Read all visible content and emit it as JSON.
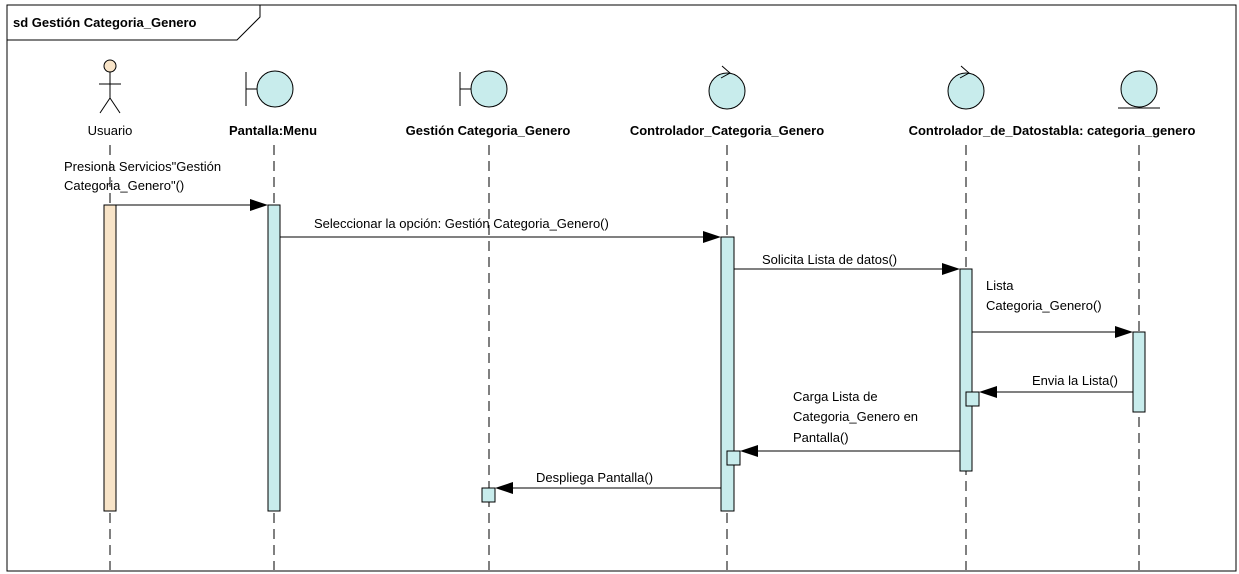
{
  "frame": {
    "title": "sd Gestión Categoria_Genero"
  },
  "lifelines": [
    {
      "id": "usuario",
      "label": "Usuario",
      "kind": "actor",
      "bold": false
    },
    {
      "id": "pantalla",
      "label": "Pantalla:Menu",
      "kind": "boundary",
      "bold": true
    },
    {
      "id": "gestion",
      "label": "Gestión Categoria_Genero",
      "kind": "boundary",
      "bold": true
    },
    {
      "id": "controlador",
      "label": "Controlador_Categoria_Genero",
      "kind": "control",
      "bold": true
    },
    {
      "id": "controlador_datos",
      "label": "Controlador_de_Datostabla",
      "kind": "control",
      "bold": true
    },
    {
      "id": "entidad",
      "label": "categoria_genero",
      "kind": "entity",
      "bold": true
    }
  ],
  "messages": [
    {
      "id": "m1",
      "lines": [
        "Presiona Servicios\"Gestión",
        "Categoria_Genero\"()"
      ]
    },
    {
      "id": "m2",
      "lines": [
        "Seleccionar la opción:  Gestión Categoria_Genero()"
      ]
    },
    {
      "id": "m3",
      "lines": [
        "Solicita Lista de datos()"
      ]
    },
    {
      "id": "m4",
      "lines": [
        "Lista",
        "Categoria_Genero()"
      ]
    },
    {
      "id": "m5",
      "lines": [
        "Envia la Lista()"
      ]
    },
    {
      "id": "m6",
      "lines": [
        "Carga Lista de",
        "Categoria_Genero en",
        "Pantalla()"
      ]
    },
    {
      "id": "m7",
      "lines": [
        "Despliega Pantalla()"
      ]
    }
  ],
  "colors": {
    "actor_activation": "#f8e4c8",
    "activation": "#c8ecec",
    "symbol_fill": "#c8ecec",
    "actor_head": "#f8e4c8",
    "line": "#000000"
  }
}
